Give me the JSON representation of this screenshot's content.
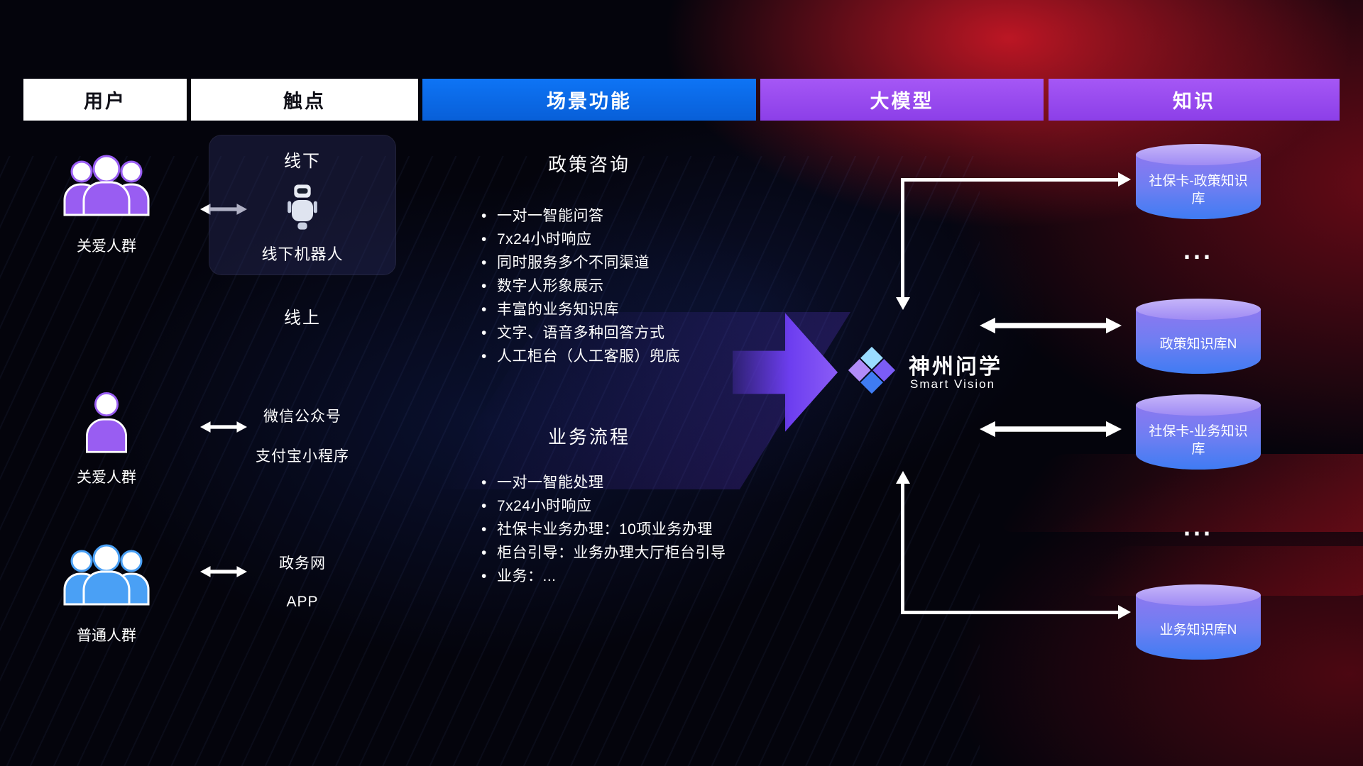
{
  "header": {
    "columns": [
      {
        "label": "用户"
      },
      {
        "label": "触点"
      },
      {
        "label": "场景功能"
      },
      {
        "label": "大模型"
      },
      {
        "label": "知识"
      }
    ]
  },
  "users": [
    {
      "label": "关爱人群",
      "icon": "group-people-icon",
      "color": "#995df2"
    },
    {
      "label": "关爱人群",
      "icon": "single-person-icon",
      "color": "#995df2"
    },
    {
      "label": "普通人群",
      "icon": "group-people-icon",
      "color": "#4aa0f5"
    }
  ],
  "touchpoints": {
    "offline": {
      "title": "线下",
      "robot_caption": "线下机器人",
      "icon": "robot-icon"
    },
    "online_title": "线上",
    "items": [
      "微信公众号",
      "支付宝小程序",
      "政务网",
      "APP"
    ]
  },
  "scenarios": [
    {
      "title": "政策咨询",
      "bullets": [
        "一对一智能问答",
        "7x24小时响应",
        "同时服务多个不同渠道",
        "数字人形象展示",
        "丰富的业务知识库",
        "文字、语音多种回答方式",
        "人工柜台（人工客服）兜底"
      ]
    },
    {
      "title": "业务流程",
      "bullets": [
        "一对一智能处理",
        "7x24小时响应",
        "社保卡业务办理：10项业务办理",
        "柜台引导：业务办理大厅柜台引导",
        "业务：..."
      ]
    }
  ],
  "model": {
    "name": "神州问学",
    "subtitle": "Smart Vision"
  },
  "knowledge": {
    "items": [
      {
        "label": "社保卡-政策知识库",
        "type": "database"
      },
      {
        "label": "...",
        "type": "ellipsis"
      },
      {
        "label": "政策知识库N",
        "type": "database"
      },
      {
        "label": "社保卡-业务知识库",
        "type": "database"
      },
      {
        "label": "...",
        "type": "ellipsis"
      },
      {
        "label": "业务知识库N",
        "type": "database"
      }
    ]
  },
  "colors": {
    "header_blue": "#0a6af0",
    "header_purple": "#9c4df1",
    "icon_purple": "#995df2",
    "icon_blue": "#4aa0f5",
    "flow_arrow_purple": "#7b4cf0",
    "db_top": "#b7a4f6",
    "db_bottom": "#3f7cf3",
    "bg_red_glow": "#c81928"
  }
}
